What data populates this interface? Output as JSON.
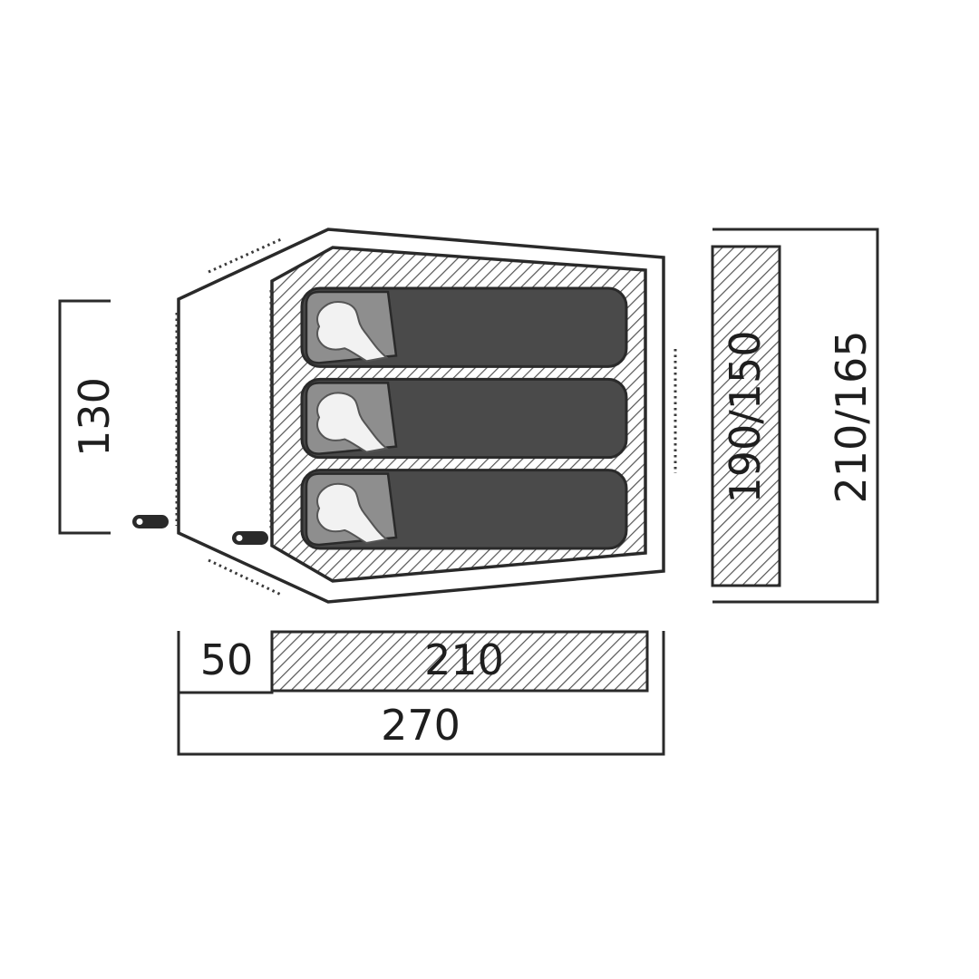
{
  "dimensions": {
    "porch_depth": "50",
    "inner_length": "210",
    "total_length": "270",
    "entrance_width": "130",
    "inner_width": "190/150",
    "total_width": "210/165"
  },
  "berths": 3,
  "colors": {
    "line": "#2a2a2a",
    "sleeping_bag": "#4a4a4a",
    "pillow": "#8e8e8e",
    "hatch": "#555555"
  }
}
